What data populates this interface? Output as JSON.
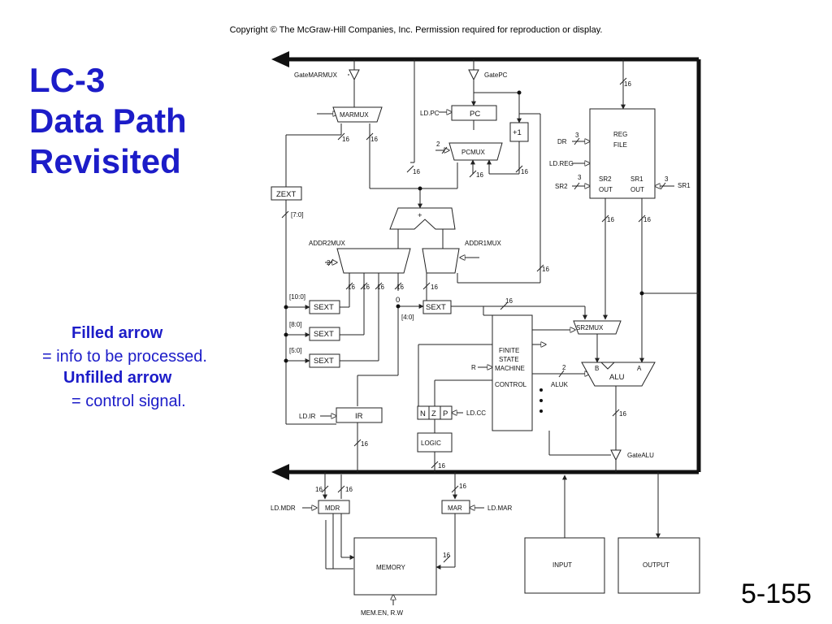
{
  "copyright": "Copyright © The McGraw-Hill Companies, Inc.  Permission required for reproduction or display.",
  "title": {
    "line1": "LC-3",
    "line2": "Data Path",
    "line3": "Revisited"
  },
  "legend": {
    "filled_title": "Filled arrow",
    "filled_desc": "= info to be processed.",
    "unfilled_title": "Unfilled arrow",
    "unfilled_desc": "= control signal."
  },
  "page_number": "5-155",
  "diagram": {
    "gate_marmux": "GateMARMUX",
    "gate_pc": "GatePC",
    "ld_pc": "LD.PC",
    "pc": "PC",
    "plus_one": "+1",
    "pcmux": "PCMUX",
    "marmux": "MARMUX",
    "zext": "ZEXT",
    "bits_7_0": "[7:0]",
    "adder": "+",
    "addr2mux": "ADDR2MUX",
    "addr1mux": "ADDR1MUX",
    "bits_10_0": "[10:0]",
    "bits_8_0": "[8:0]",
    "bits_5_0": "[5:0]",
    "bits_4_0": "[4:0]",
    "sext": "SEXT",
    "zero": "0",
    "reg_file_1": "REG",
    "reg_file_2": "FILE",
    "dr": "DR",
    "ld_reg": "LD.REG",
    "sr2": "SR2",
    "sr1": "SR1",
    "sr2_out_1": "SR2",
    "sr2_out_2": "OUT",
    "sr1_out_1": "SR1",
    "sr1_out_2": "OUT",
    "sr2mux": "SR2MUX",
    "fsm_1": "FINITE",
    "fsm_2": "STATE",
    "fsm_3": "MACHINE",
    "fsm_4": "CONTROL",
    "r": "R",
    "alu": "ALU",
    "alu_b": "B",
    "alu_a": "A",
    "aluk": "ALUK",
    "ld_ir": "LD.IR",
    "ir": "IR",
    "n": "N",
    "z": "Z",
    "p": "P",
    "ld_cc": "LD.CC",
    "logic": "LOGIC",
    "gate_alu": "GateALU",
    "ld_mdr": "LD.MDR",
    "mdr": "MDR",
    "mar": "MAR",
    "ld_mar": "LD.MAR",
    "memory": "MEMORY",
    "input": "INPUT",
    "output": "OUTPUT",
    "mem_en": "MEM.EN, R.W",
    "w16": "16",
    "w3": "3",
    "w2": "2"
  }
}
